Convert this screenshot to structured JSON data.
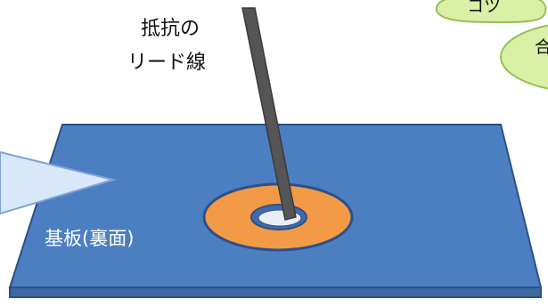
{
  "lead_label": {
    "line1": "抵抗の",
    "line2": "リード線"
  },
  "board_label": "基板(裏面)",
  "tip_callout_text": "コツ",
  "bubble_text_partial": "合",
  "colors": {
    "board_top": "#4b7fc1",
    "board_edge": "#3b6aa4",
    "board_stroke": "#2e4f86",
    "copper_pad": "#f39a47",
    "pad_stroke": "#2f5087",
    "lead_wire": "#555555",
    "callout_fill": "#d9e8fb",
    "callout_stroke": "#7ea2d8",
    "tip_bubble_fill": "#d9f0a6",
    "tip_bubble_stroke": "#98bf57",
    "hole_fill": "#e9eef5"
  },
  "icons": {
    "lead_wire": "wire",
    "solder_pad": "ring",
    "tip_bubble": "speech-bubble"
  }
}
